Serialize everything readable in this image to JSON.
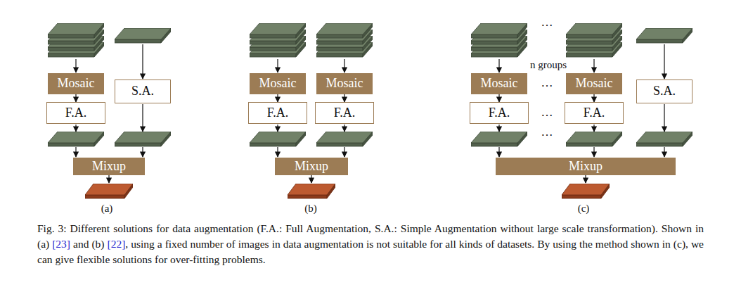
{
  "diagram": {
    "caption": "Fig. 3: Different solutions for data augmentation (F.A.: Full Augmentation, S.A.: Simple Augmentation without large scale transformation). Shown in (a) [23] and (b) [22], using a fixed number of images in data augmentation is not suitable for all kinds of datasets. By using the method shown in (c), we can give flexible solutions for over-fitting problems.",
    "nodes": [
      {
        "text": [
          "Mosaic"
        ]
      },
      {
        "text": [
          "S.A."
        ]
      },
      {
        "text": [
          "F.A."
        ]
      },
      {
        "text": [
          "Mixup"
        ]
      },
      {
        "text": [
          "Mosaic"
        ]
      },
      {
        "text": [
          "Mosaic"
        ]
      },
      {
        "text": [
          "F.A."
        ]
      },
      {
        "text": [
          "F.A."
        ]
      },
      {
        "text": [
          "Mixup"
        ]
      },
      {
        "text": [
          "Mosaic"
        ]
      },
      {
        "text": [
          "Mosaic"
        ]
      },
      {
        "text": [
          "S.A."
        ]
      },
      {
        "text": [
          "F.A."
        ]
      },
      {
        "text": [
          "F.A."
        ]
      },
      {
        "text": [
          "Mixup"
        ]
      }
    ],
    "edges": [
      {
        "from": 0,
        "to": 2,
        "arrow": "to"
      },
      {
        "from": 4,
        "to": 6,
        "arrow": "to"
      },
      {
        "from": 5,
        "to": 7,
        "arrow": "to"
      },
      {
        "from": 9,
        "to": 12,
        "arrow": "to"
      },
      {
        "from": 10,
        "to": 13,
        "arrow": "to"
      }
    ],
    "labels": [
      "…",
      "n groups",
      "…",
      "…",
      "…",
      "(a)",
      "(b)",
      "(c)"
    ]
  }
}
